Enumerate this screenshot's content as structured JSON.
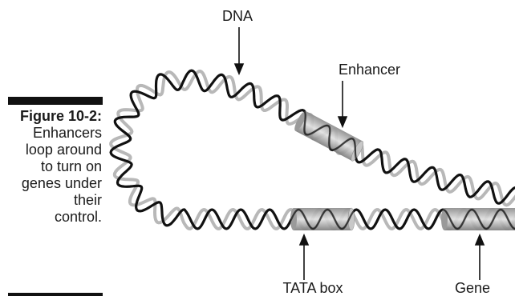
{
  "figure": {
    "caption_title": "Figure 10-2:",
    "caption_lines": [
      "Enhancers",
      "loop around",
      "to turn on",
      "genes under",
      "their",
      "control."
    ]
  },
  "labels": {
    "dna": "DNA",
    "enhancer": "Enhancer",
    "tata_box": "TATA box",
    "gene": "Gene"
  },
  "colors": {
    "strand_dark": "#111111",
    "strand_light": "#b8b8b8",
    "cylinder_light": "#d4d4d4",
    "cylinder_dark": "#8a8a8a"
  }
}
